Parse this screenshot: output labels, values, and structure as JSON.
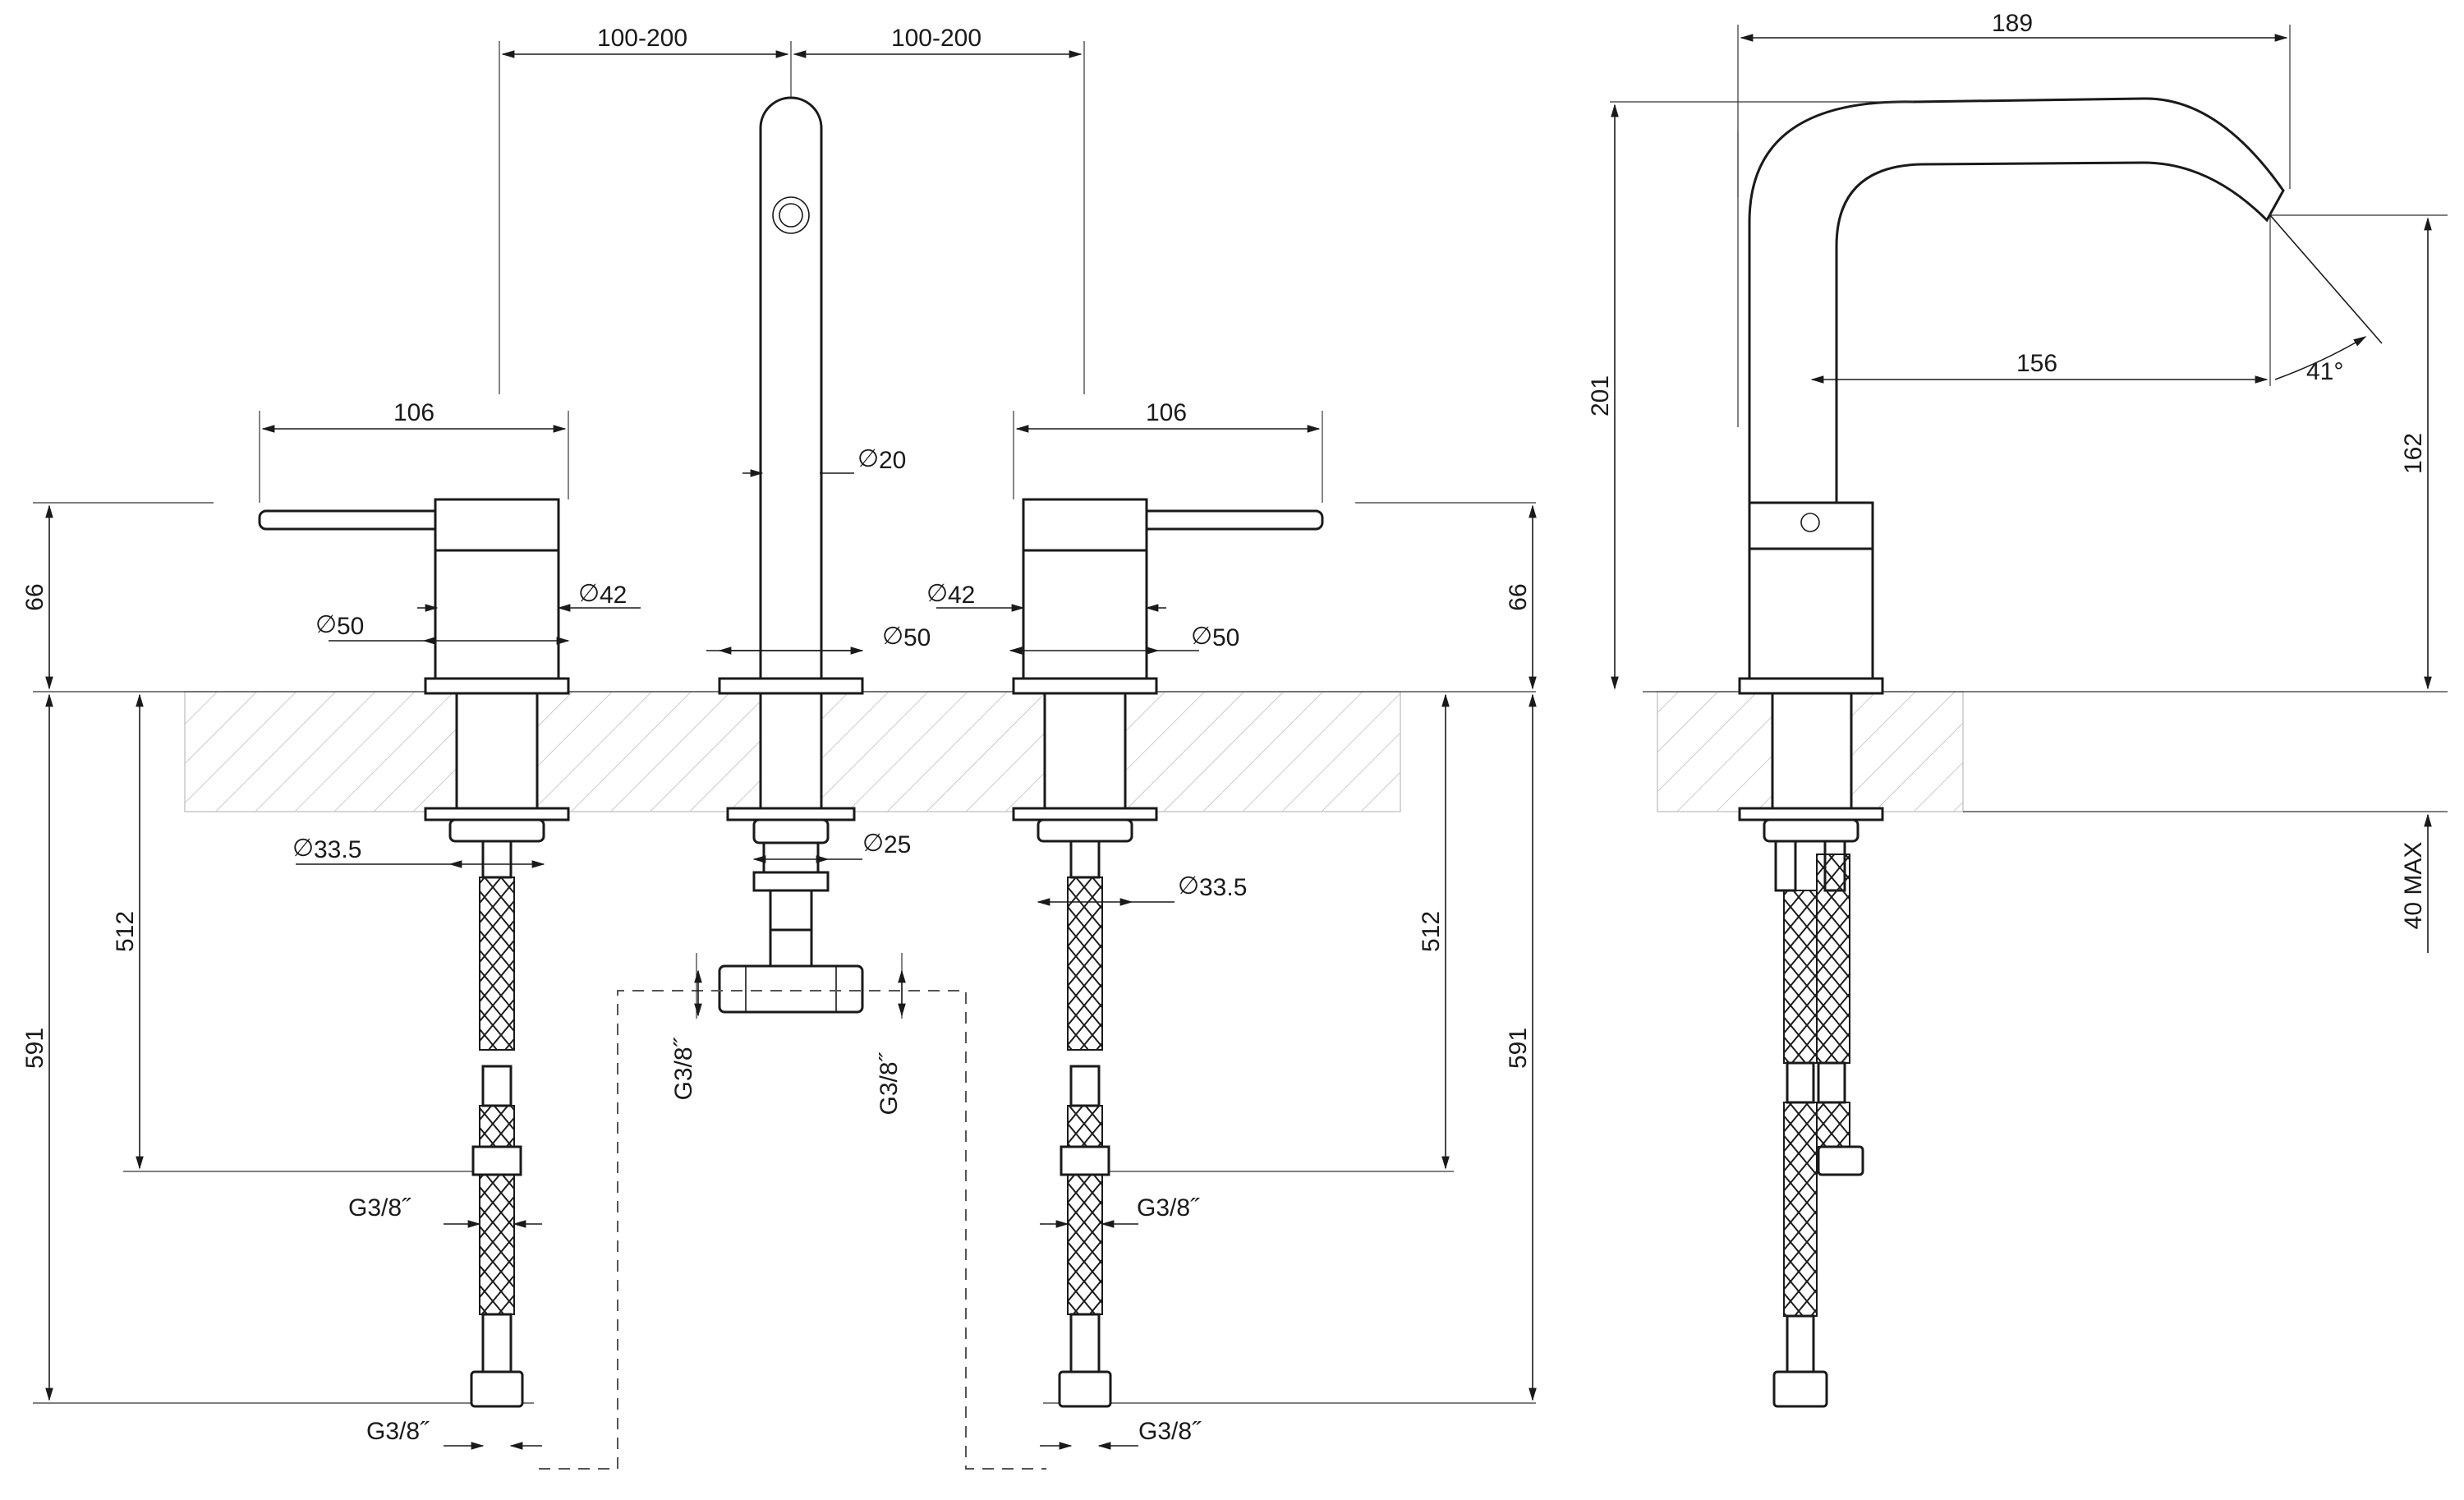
{
  "front_view": {
    "spacing_left": "100-200",
    "spacing_right": "100-200",
    "handle_width_left": "106",
    "handle_width_right": "106",
    "spout_diameter": "20",
    "body_diameter_left": "42",
    "body_diameter_right": "42",
    "flange_diameter_left": "50",
    "flange_diameter_center": "50",
    "flange_diameter_right": "50",
    "nut_diameter_left": "33.5",
    "nut_diameter_right": "33.5",
    "shank_diameter_center": "25",
    "height_above_deck_left": "66",
    "height_above_deck_right": "66",
    "hose_length_left": "512",
    "hose_length_right": "512",
    "total_length_left": "591",
    "total_length_right": "591",
    "thread_hose_left": "G3/8˝",
    "thread_hose_right": "G3/8˝",
    "thread_end_left": "G3/8˝",
    "thread_end_right": "G3/8˝",
    "thread_tee_left": "G3/8˝",
    "thread_tee_right": "G3/8˝"
  },
  "side_view": {
    "spout_reach_total": "189",
    "spout_reach": "156",
    "spout_angle": "41°",
    "total_height": "201",
    "outlet_height": "162",
    "deck_thickness_max": "40 MAX"
  },
  "diameter_symbol": "∅",
  "colors": {
    "line": "#1a1a1a",
    "hatch": "#b5b5b5",
    "background": "#ffffff"
  }
}
